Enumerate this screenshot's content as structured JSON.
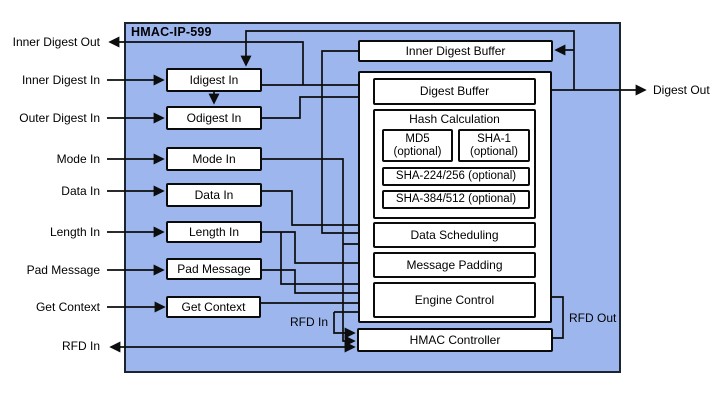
{
  "diagram": {
    "title": "HMAC-IP-599",
    "colors": {
      "chip_fill": "#9db7ee",
      "chip_border": "#1c2430",
      "box_fill": "#ffffff",
      "box_border": "#0b0b0b",
      "wire": "#0d0d0d"
    },
    "io": {
      "inner_digest_out": "Inner Digest Out",
      "inner_digest_in": "Inner Digest In",
      "outer_digest_in": "Outer Digest In",
      "mode_in": "Mode In",
      "data_in": "Data In",
      "length_in": "Length In",
      "pad_message": "Pad Message",
      "get_context": "Get Context",
      "rfd_in": "RFD In",
      "digest_out": "Digest Out"
    },
    "blocks": {
      "idigest_in": "Idigest In",
      "odigest_in": "Odigest In",
      "mode_in": "Mode In",
      "data_in": "Data In",
      "length_in": "Length In",
      "pad_message": "Pad Message",
      "get_context": "Get Context",
      "inner_digest_buffer": "Inner Digest Buffer",
      "digest_buffer": "Digest Buffer",
      "hash_calculation": "Hash Calculation",
      "md5_line1": "MD5",
      "md5_line2": "(optional)",
      "sha1_line1": "SHA-1",
      "sha1_line2": "(optional)",
      "sha224": "SHA-224/256 (optional)",
      "sha384": "SHA-384/512 (optional)",
      "data_scheduling": "Data Scheduling",
      "message_padding": "Message Padding",
      "engine_control": "Engine Control",
      "hmac_controller": "HMAC Controller"
    },
    "inner_labels": {
      "rfd_in": "RFD In",
      "rfd_out": "RFD Out"
    },
    "connections": [
      "Inner Digest In -> Idigest In",
      "Outer Digest In -> Odigest In",
      "Mode In -> Mode In block",
      "Data In -> Data In block",
      "Length In -> Length In block",
      "Pad Message -> Pad Message block",
      "Get Context -> Get Context block",
      "Idigest In -> Digest Buffer",
      "Idigest In -> Inner Digest Out",
      "Idigest In -> Odigest In",
      "Odigest In -> Digest Buffer",
      "Digest Buffer -> Digest Out",
      "Digest Buffer -> Inner Digest Buffer",
      "Digest Buffer -> Idigest In (feedback loop)",
      "Inner Digest Buffer -> Data Scheduling",
      "Mode In block -> Data Scheduling",
      "Mode In block -> HMAC Controller",
      "Data In block -> Data Scheduling",
      "Length In block -> Message Padding",
      "Length In block -> Engine Control",
      "Pad Message block -> Engine Control",
      "Get Context block -> Engine Control",
      "Engine Control <-> HMAC Controller (RFD In)",
      "HMAC Controller -> Engine Control (RFD Out)",
      "HMAC Controller <-> external RFD In"
    ]
  }
}
